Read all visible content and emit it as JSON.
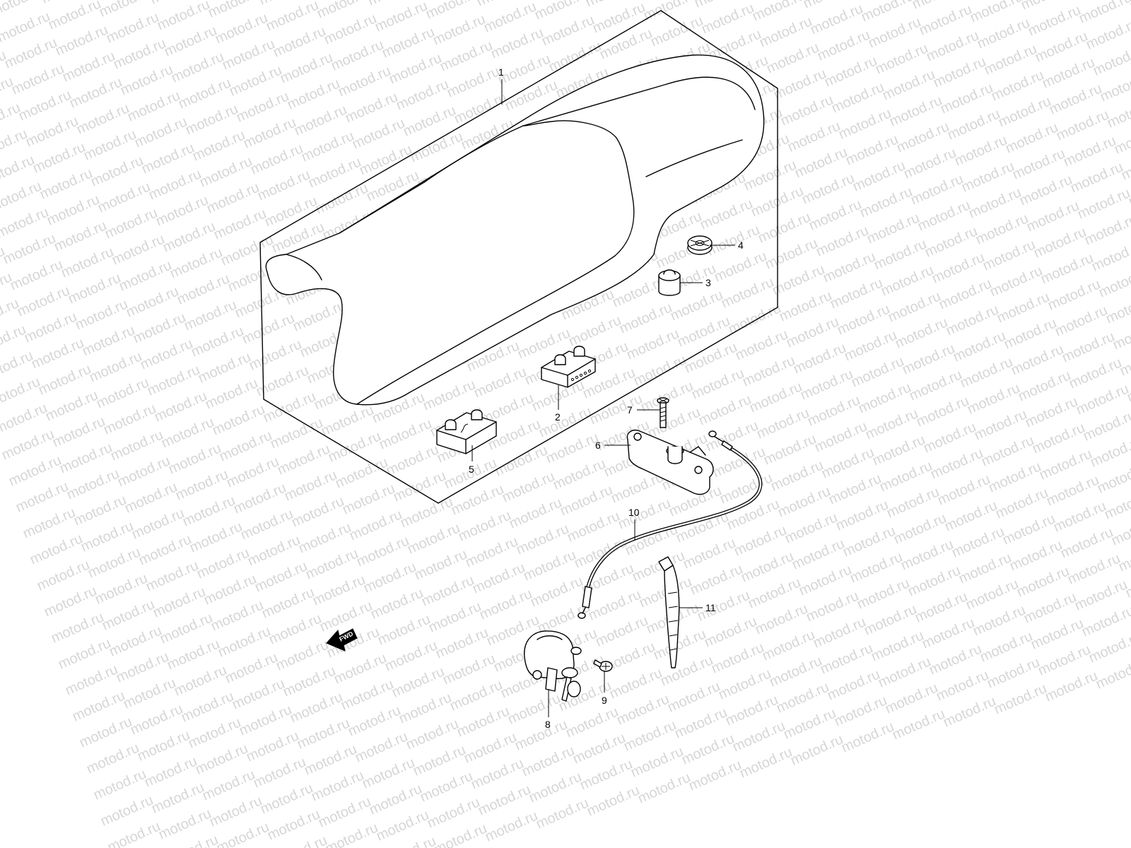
{
  "watermark": {
    "text": "motod.ru",
    "color": "#d6d6d6"
  },
  "fwd_label": "FWD",
  "callouts": [
    {
      "id": "1",
      "label": "1"
    },
    {
      "id": "2",
      "label": "2"
    },
    {
      "id": "3",
      "label": "3"
    },
    {
      "id": "4",
      "label": "4"
    },
    {
      "id": "5",
      "label": "5"
    },
    {
      "id": "6",
      "label": "6"
    },
    {
      "id": "7",
      "label": "7"
    },
    {
      "id": "8",
      "label": "8"
    },
    {
      "id": "9",
      "label": "9"
    },
    {
      "id": "10",
      "label": "10"
    },
    {
      "id": "11",
      "label": "11"
    }
  ]
}
